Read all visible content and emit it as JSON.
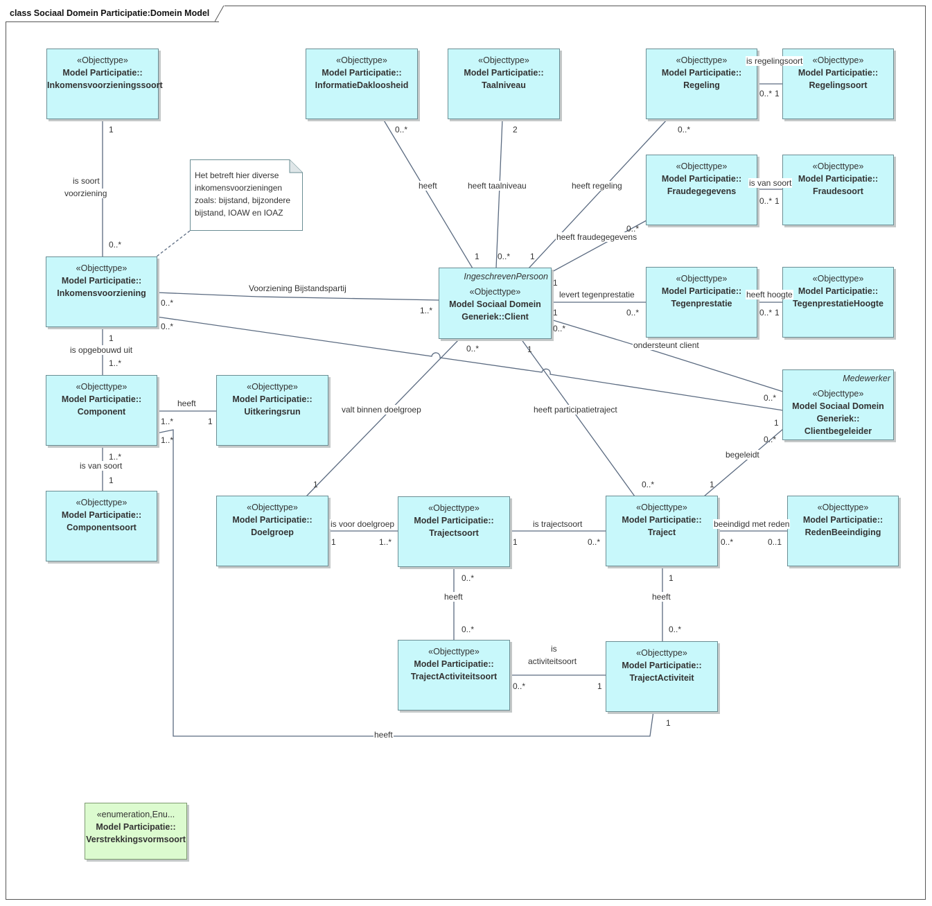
{
  "diagram": {
    "title": "class Sociaal Domein Participatie:Domein Model"
  },
  "stereotypes": {
    "objecttype": "«Objecttype»",
    "enumeration": "«enumeration,Enu..."
  },
  "classes": {
    "inkomensvoorzieningssoort": {
      "line1": "Model Participatie::",
      "line2": "Inkomensvoorzieningssoort"
    },
    "informatie_dakloosheid": {
      "line1": "Model Participatie::",
      "line2": "InformatieDakloosheid"
    },
    "taalniveau": {
      "line1": "Model Participatie::",
      "line2": "Taalniveau"
    },
    "regeling": {
      "line1": "Model Participatie::",
      "line2": "Regeling"
    },
    "regelingsoort": {
      "line1": "Model Participatie::",
      "line2": "Regelingsoort"
    },
    "fraudegegevens": {
      "line1": "Model Participatie::",
      "line2": "Fraudegegevens"
    },
    "fraudesoort": {
      "line1": "Model Participatie::",
      "line2": "Fraudesoort"
    },
    "inkomensvoorziening": {
      "line1": "Model Participatie::",
      "line2": "Inkomensvoorziening"
    },
    "client": {
      "role": "IngeschrevenPersoon",
      "line1": "Model Sociaal Domein",
      "line2": "Generiek::Client"
    },
    "tegenprestatie": {
      "line1": "Model Participatie::",
      "line2": "Tegenprestatie"
    },
    "tegenprestatie_hoogte": {
      "line1": "Model Participatie::",
      "line2": "TegenprestatieHoogte"
    },
    "component": {
      "line1": "Model Participatie::",
      "line2": "Component"
    },
    "uitkeringsrun": {
      "line1": "Model Participatie::",
      "line2": "Uitkeringsrun"
    },
    "clientbegeleider": {
      "role": "Medewerker",
      "line1": "Model Sociaal Domein",
      "line2": "Generiek::",
      "line3": "Clientbegeleider"
    },
    "componentsoort": {
      "line1": "Model Participatie::",
      "line2": "Componentsoort"
    },
    "doelgroep": {
      "line1": "Model Participatie::",
      "line2": "Doelgroep"
    },
    "trajectsoort": {
      "line1": "Model Participatie::",
      "line2": "Trajectsoort"
    },
    "traject": {
      "line1": "Model Participatie::",
      "line2": "Traject"
    },
    "reden_beeindiging": {
      "line1": "Model Participatie::",
      "line2": "RedenBeeindiging"
    },
    "traject_activiteitsoort": {
      "line1": "Model Participatie::",
      "line2": "TrajectActiviteitsoort"
    },
    "traject_activiteit": {
      "line1": "Model Participatie::",
      "line2": "TrajectActiviteit"
    },
    "verstrekkingsvormsoort": {
      "line1": "Model Participatie::",
      "line2": "Verstrekkingsvormsoort"
    }
  },
  "note": {
    "lines": [
      "Het betreft hier diverse",
      "inkomensvoorzieningen",
      "zoals: bijstand, bijzondere",
      "bijstand, IOAW en IOAZ"
    ]
  },
  "associations": {
    "is_soort_voorziening": {
      "name_l1": "is soort",
      "name_l2": "voorziening",
      "m_a": "1",
      "m_b": "0..*"
    },
    "informatie_dakloosheid": {
      "name": "heeft",
      "m_a": "0..*",
      "m_b": "1"
    },
    "taalniveau": {
      "name": "heeft taalniveau",
      "m_a": "2",
      "m_b": "0..*"
    },
    "regeling": {
      "name": "heeft regeling",
      "m_a": "0..*",
      "m_b": "1"
    },
    "regelingsoort": {
      "name": "is regelingsoort",
      "m_a": "0..*",
      "m_b": "1"
    },
    "fraudegegevens": {
      "name": "heeft fraudegegevens",
      "m_a": "0..*",
      "m_b": "1"
    },
    "fraudesoort": {
      "name": "is van soort",
      "m_a": "0..*",
      "m_b": "1"
    },
    "bijstandspartij": {
      "name": "Voorziening Bijstandspartij",
      "m_a": "0..*",
      "m_b": "1..*"
    },
    "tegenprestatie": {
      "name": "levert tegenprestatie",
      "m_a": "1",
      "m_b": "0..*"
    },
    "tegenprestatie_hoogte": {
      "name": "heeft hoogte",
      "m_a": "0..*",
      "m_b": "1"
    },
    "ondersteunt_client": {
      "name": "ondersteunt client",
      "m_a": "0..*",
      "m_b": "0..*",
      "m_c": "0..*"
    },
    "is_opgebouwd_uit": {
      "name": "is opgebouwd uit",
      "m_a": "1",
      "m_b": "1..*"
    },
    "uitkeringsrun": {
      "name": "heeft",
      "m_a": "1..*",
      "m_b": "1"
    },
    "component_soort": {
      "name": "is van soort",
      "m_a": "1..*",
      "m_b": "1"
    },
    "doelgroep_client": {
      "name": "valt binnen doelgroep",
      "m_a": "0..*",
      "m_b": "1"
    },
    "participatietraject": {
      "name": "heeft participatietraject",
      "m_a": "1",
      "m_b": "0..*"
    },
    "begeleidt": {
      "name": "begeleidt",
      "m_a": "1",
      "m_b": "0..*",
      "m_c": "1"
    },
    "is_voor_doelgroep": {
      "name": "is voor doelgroep",
      "m_a": "1",
      "m_b": "1..*"
    },
    "is_trajectsoort": {
      "name": "is trajectsoort",
      "m_a": "1",
      "m_b": "0..*"
    },
    "beeindigd": {
      "name": "beeindigd met reden",
      "m_a": "0..*",
      "m_b": "0..1"
    },
    "trajectsoort_activiteitsoort": {
      "name": "heeft",
      "m_a": "0..*",
      "m_b": "0..*"
    },
    "traject_activiteit": {
      "name": "heeft",
      "m_a": "1",
      "m_b": "0..*"
    },
    "is_activiteitsoort": {
      "name_l1": "is",
      "name_l2": "activiteitsoort",
      "m_a": "0..*",
      "m_b": "1"
    },
    "component_activiteit": {
      "name": "heeft",
      "m_a": "1..*",
      "m_b": "1"
    }
  }
}
